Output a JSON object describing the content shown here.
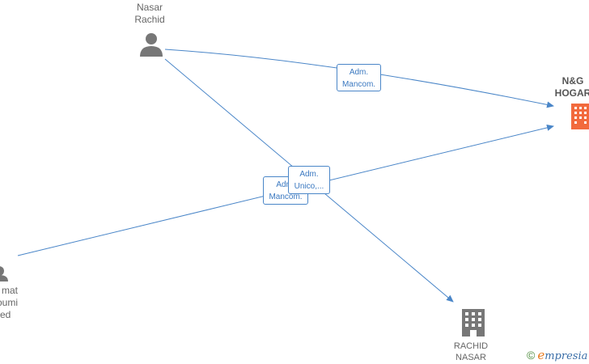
{
  "nodes": {
    "nasar_rachid": {
      "line1": "Nasar",
      "line2": "Rachid",
      "type": "person"
    },
    "ng_hogar": {
      "line1": "N&G",
      "line2": "HOGAR",
      "type": "company",
      "color": "#f26a3d"
    },
    "left_person": {
      "line1": "mat",
      "line2": "oumi",
      "line3": "ed",
      "type": "person"
    },
    "rachid_nasar": {
      "line1": "RACHID",
      "line2": "NASAR",
      "type": "company",
      "color": "#777777"
    }
  },
  "edges": {
    "e1": {
      "line1": "Adm.",
      "line2": "Mancom."
    },
    "e2": {
      "line1": "Adm.",
      "line2": "Mancom."
    },
    "e3": {
      "line1": "Adm.",
      "line2": "Unico,..."
    }
  },
  "colors": {
    "edge": "#4a86c8",
    "person_icon": "#777777"
  },
  "brand": {
    "copyright": "©",
    "first_letter": "e",
    "rest": "mpresia"
  }
}
